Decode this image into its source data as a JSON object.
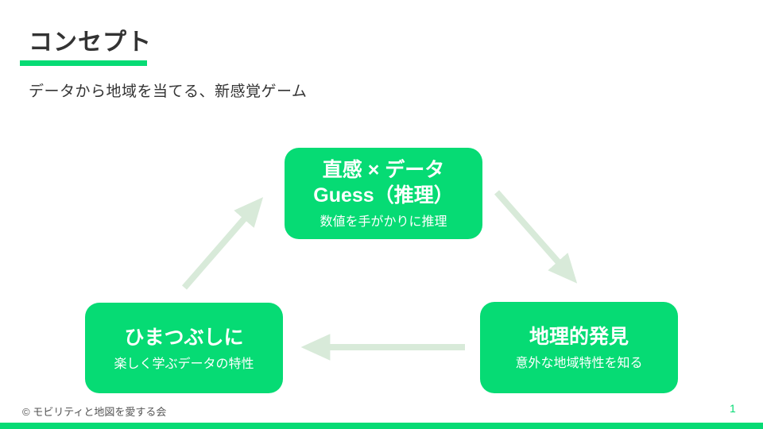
{
  "slide": {
    "title": "コンセプト",
    "subtitle": "データから地域を当てる、新感覚ゲーム"
  },
  "diagram": {
    "top_node": {
      "line1": "直感 × データ",
      "line2": "Guess（推理）",
      "caption": "数値を手がかりに推理"
    },
    "right_node": {
      "title": "地理的発見",
      "caption": "意外な地域特性を知る"
    },
    "left_node": {
      "title": "ひまつぶしに",
      "caption": "楽しく学ぶデータの特性"
    },
    "arrows": [
      "top-to-bottom-right",
      "bottom-right-to-bottom-left",
      "bottom-left-to-top"
    ]
  },
  "footer": {
    "copyright": "© モビリティと地図を愛する会",
    "page_number": "1"
  },
  "colors": {
    "accent_green": "#06DB74",
    "arrow_pale_green": "#D8EAD9",
    "text_dark": "#333333",
    "box_text": "#FFFFFF"
  }
}
